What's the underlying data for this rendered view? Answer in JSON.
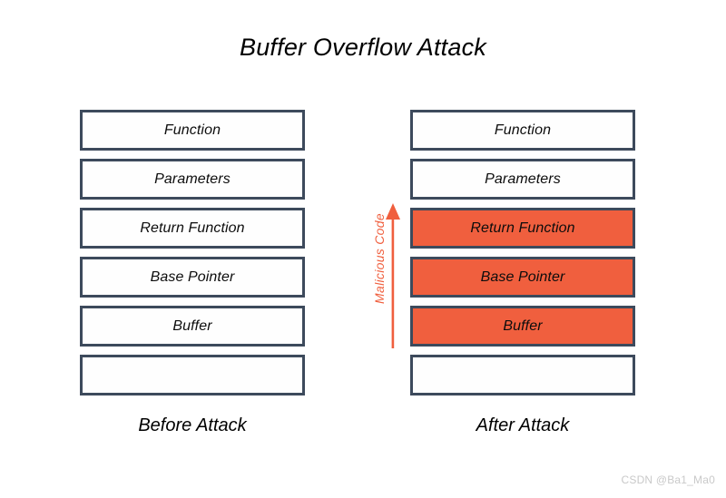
{
  "page": {
    "title": "Buffer Overflow Attack",
    "background_color": "#ffffff"
  },
  "colors": {
    "box_border": "#3d4a5c",
    "box_fill_empty": "#fefefe",
    "box_fill_overflowed": "#f05f3e",
    "accent_orange": "#f05f3e",
    "text": "#000000",
    "watermark": "#c9c9c9"
  },
  "columns": {
    "before": {
      "caption": "Before Attack",
      "cells": [
        {
          "label": "Function",
          "overflowed": false
        },
        {
          "label": "Parameters",
          "overflowed": false
        },
        {
          "label": "Return Function",
          "overflowed": false
        },
        {
          "label": "Base Pointer",
          "overflowed": false
        },
        {
          "label": "Buffer",
          "overflowed": false
        },
        {
          "label": "",
          "overflowed": false
        }
      ]
    },
    "after": {
      "caption": "After Attack",
      "cells": [
        {
          "label": "Function",
          "overflowed": false
        },
        {
          "label": "Parameters",
          "overflowed": false
        },
        {
          "label": "Return Function",
          "overflowed": true
        },
        {
          "label": "Base Pointer",
          "overflowed": true
        },
        {
          "label": "Buffer",
          "overflowed": true
        },
        {
          "label": "",
          "overflowed": false
        }
      ]
    }
  },
  "annotation": {
    "malicious_code_label": "Malicious Code",
    "arrow_direction": "up"
  },
  "watermark": {
    "text": "CSDN @Ba1_Ma0"
  }
}
